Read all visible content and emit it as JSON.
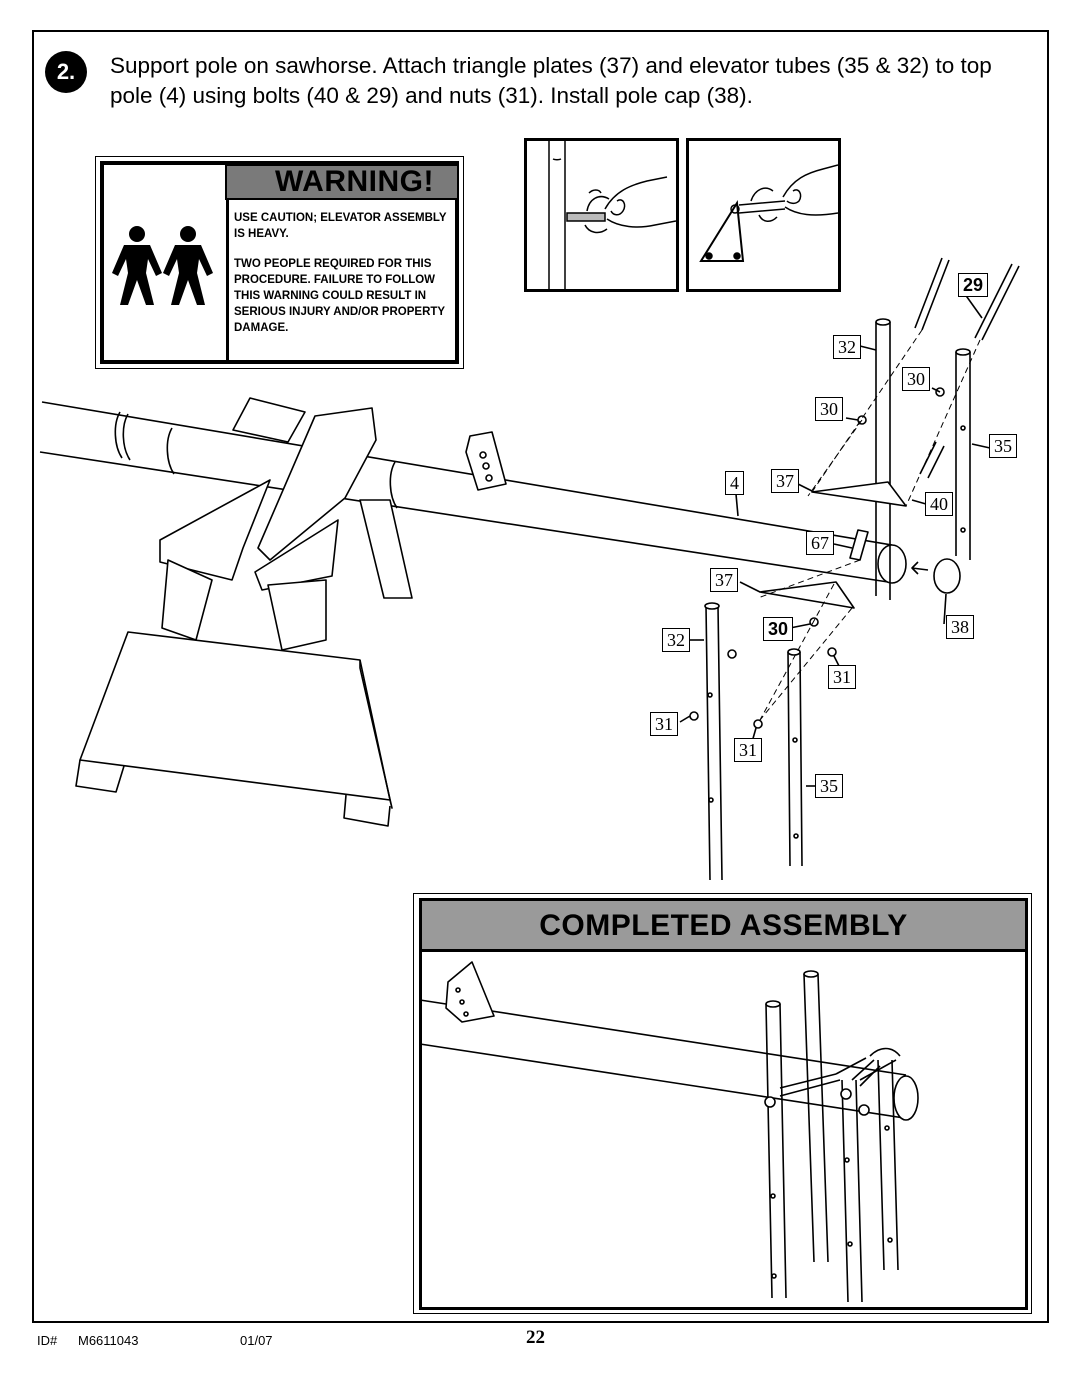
{
  "step": {
    "number": "2.",
    "instruction": "Support pole on sawhorse. Attach triangle plates (37) and elevator tubes (35 & 32) to top pole (4) using bolts (40 & 29) and nuts (31). Install pole cap (38)."
  },
  "warning": {
    "title": "WARNING!",
    "line1": "USE CAUTION; ELEVATOR ASSEMBLY IS HEAVY.",
    "line2": "TWO PEOPLE REQUIRED FOR THIS PROCEDURE.  FAILURE TO FOLLOW THIS WARNING COULD RESULT IN SERIOUS INJURY AND/OR PROPERTY DAMAGE."
  },
  "callouts": {
    "c29": "29",
    "c32a": "32",
    "c30a": "30",
    "c30b": "30",
    "c35a": "35",
    "c4": "4",
    "c37a": "37",
    "c40": "40",
    "c67": "67",
    "c37b": "37",
    "c38": "38",
    "c30c": "30",
    "c32b": "32",
    "c31a": "31",
    "c31b": "31",
    "c31c": "31",
    "c35b": "35"
  },
  "completed": {
    "title": "COMPLETED ASSEMBLY"
  },
  "footer": {
    "id_label": "ID#",
    "id_value": "M6611043",
    "date": "01/07",
    "page": "22"
  }
}
